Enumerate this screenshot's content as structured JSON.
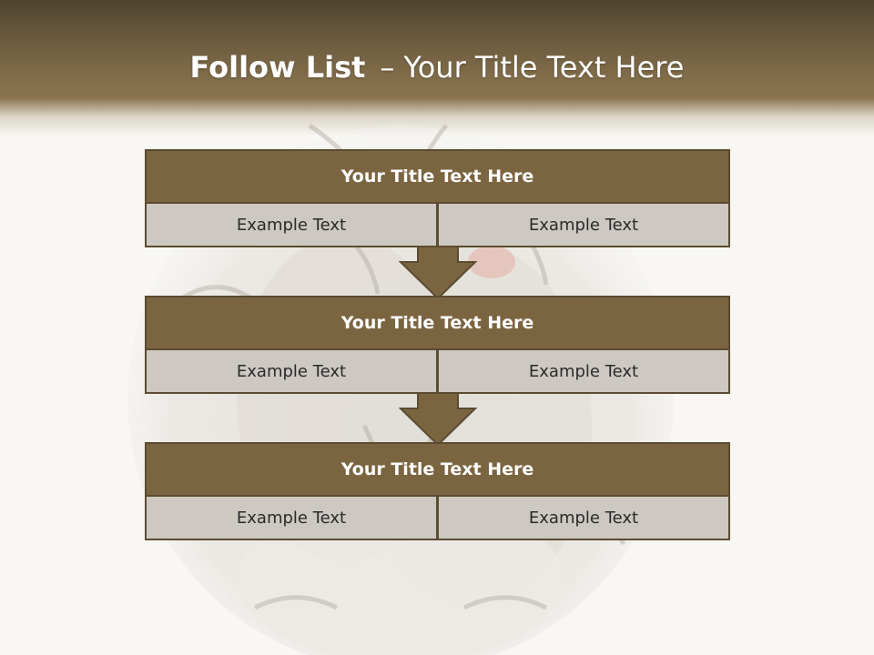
{
  "slide": {
    "title_bold": "Follow List",
    "title_separator": "–",
    "title_rest": "Your Title Text Here"
  },
  "blocks": [
    {
      "title": "Your Title Text Here",
      "left": "Example Text",
      "right": "Example Text"
    },
    {
      "title": "Your Title Text Here",
      "left": "Example Text",
      "right": "Example Text"
    },
    {
      "title": "Your Title Text Here",
      "left": "Example Text",
      "right": "Example Text"
    }
  ],
  "colors": {
    "header_dark": "#4f4330",
    "block_title_fill": "#7b6541",
    "block_border": "#5b4b31",
    "cell_fill": "#cdc8c1",
    "arrow_fill": "#7b6541"
  }
}
